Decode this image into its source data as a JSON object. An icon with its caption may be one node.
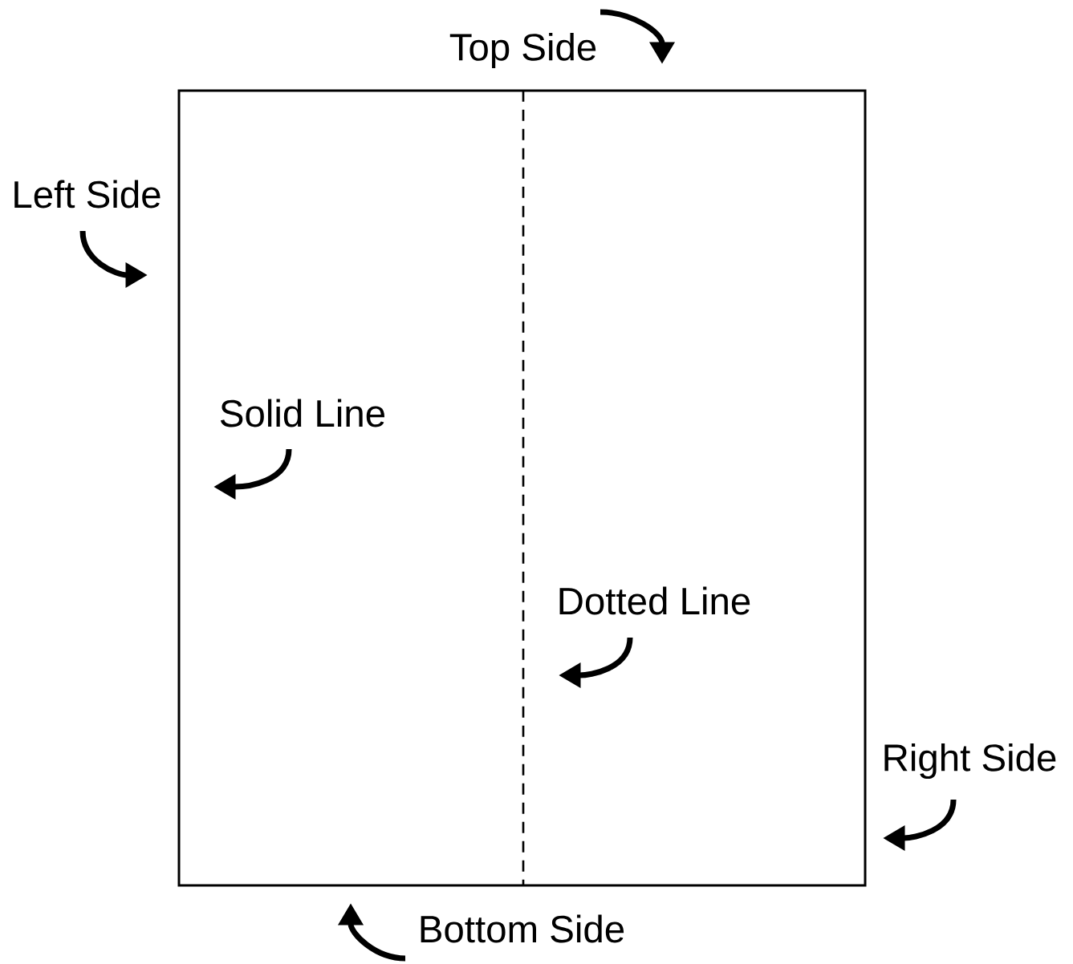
{
  "diagram": {
    "nodes": [
      {
        "text": [
          "Top Side"
        ]
      },
      {
        "text": [
          "Left Side"
        ]
      },
      {
        "text": [],
        "shape": "box"
      },
      {
        "text": [],
        "shape": "line",
        "in": 2
      },
      {
        "text": [
          "Solid Line"
        ],
        "in": 2
      },
      {
        "text": [
          "Dotted Line"
        ],
        "in": 2
      },
      {
        "text": [
          "Right Side"
        ]
      },
      {
        "text": [
          "Bottom Side"
        ]
      }
    ],
    "edges": [
      {
        "from": 0,
        "to": 2,
        "arrow": "to"
      },
      {
        "from": 1,
        "to": 2,
        "arrow": "to"
      },
      {
        "from": 4,
        "to": 2,
        "arrow": "to"
      },
      {
        "from": 5,
        "to": 3,
        "arrow": "to"
      },
      {
        "from": 6,
        "to": 2,
        "arrow": "to"
      },
      {
        "from": 7,
        "to": 2,
        "arrow": "to"
      }
    ]
  }
}
